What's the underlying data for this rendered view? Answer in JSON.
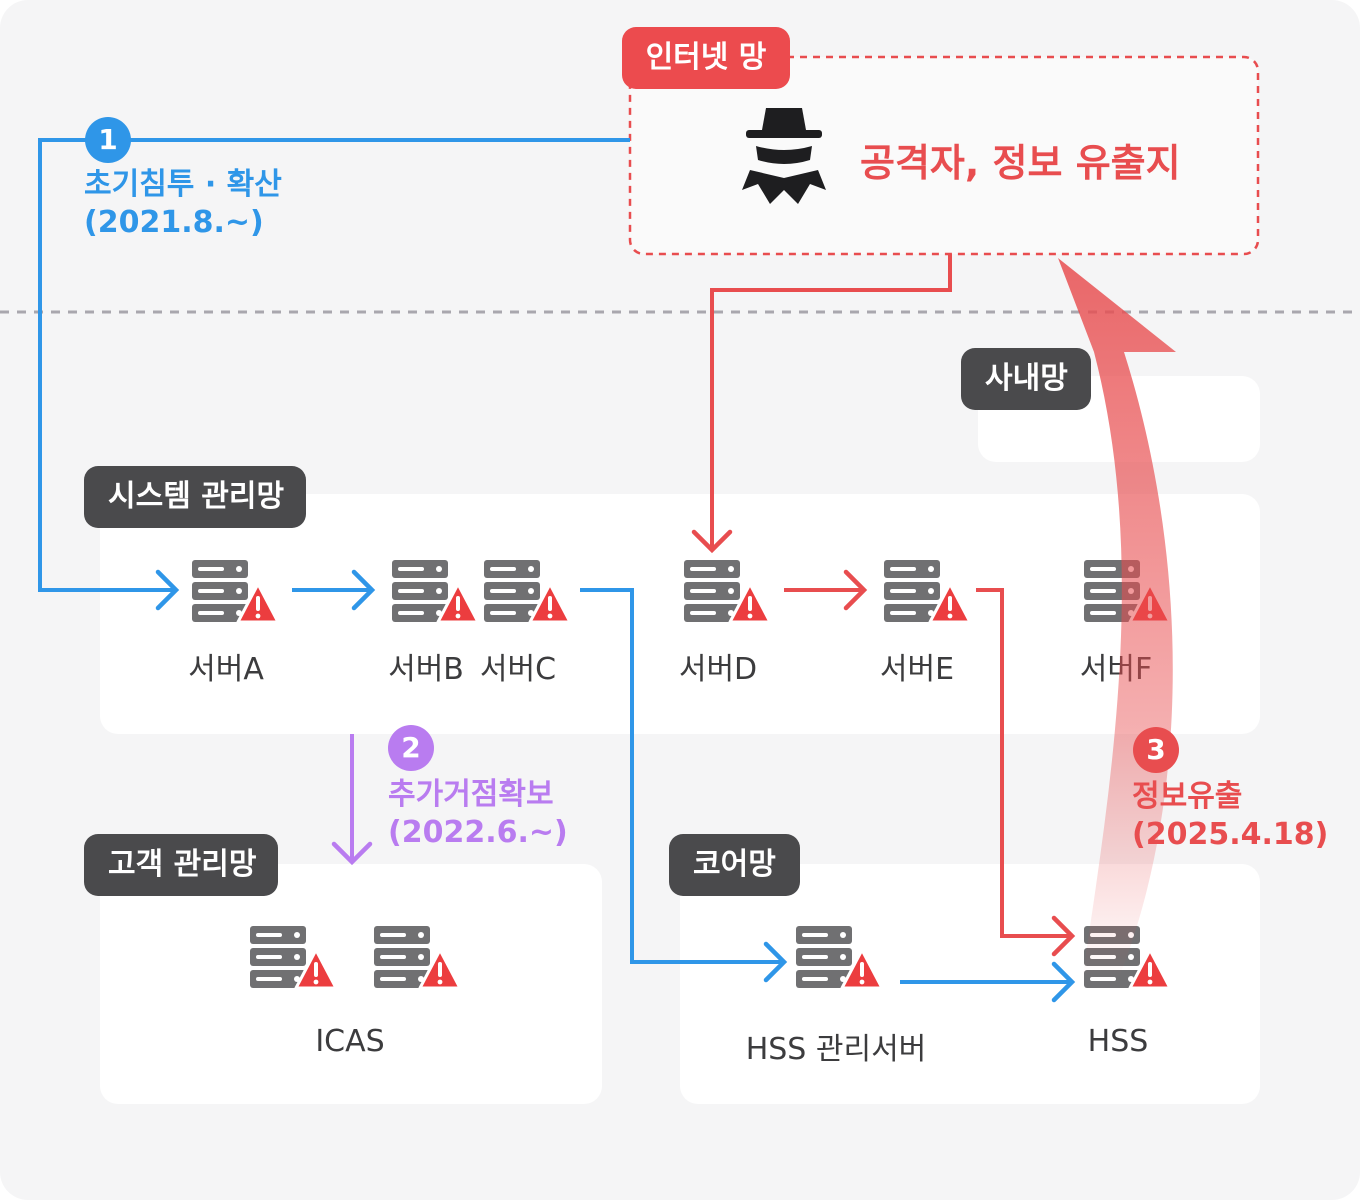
{
  "colors": {
    "blue": "#2f96e8",
    "red": "#e84d4f",
    "purple": "#b97cf0",
    "dark_tag": "#4a4a4c",
    "server_gray": "#707072",
    "warn_red": "#ec3d3f"
  },
  "zones": {
    "internet": "인터넷 망",
    "internal": "사내망",
    "system": "시스템 관리망",
    "customer": "고객 관리망",
    "core": "코어망"
  },
  "attacker": {
    "icon": "spy-icon",
    "label": "공격자, 정보 유출지"
  },
  "servers": {
    "a": "서버A",
    "b": "서버B",
    "c": "서버C",
    "d": "서버D",
    "e": "서버E",
    "f": "서버F",
    "icas": "ICAS",
    "hss_mgmt": "HSS 관리서버",
    "hss": "HSS"
  },
  "steps": [
    {
      "num": "1",
      "title": "초기침투 · 확산",
      "date": "(2021.8.~)"
    },
    {
      "num": "2",
      "title": "추가거점확보",
      "date": "(2022.6.~)"
    },
    {
      "num": "3",
      "title": "정보유출",
      "date": "(2025.4.18)"
    }
  ]
}
